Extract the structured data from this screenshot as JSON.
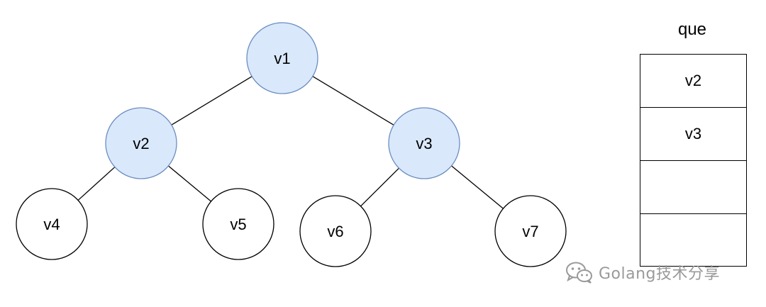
{
  "tree": {
    "nodes": [
      {
        "id": "v1",
        "label": "v1",
        "highlighted": true
      },
      {
        "id": "v2",
        "label": "v2",
        "highlighted": true
      },
      {
        "id": "v3",
        "label": "v3",
        "highlighted": true
      },
      {
        "id": "v4",
        "label": "v4",
        "highlighted": false
      },
      {
        "id": "v5",
        "label": "v5",
        "highlighted": false
      },
      {
        "id": "v6",
        "label": "v6",
        "highlighted": false
      },
      {
        "id": "v7",
        "label": "v7",
        "highlighted": false
      }
    ],
    "edges": [
      [
        "v1",
        "v2"
      ],
      [
        "v1",
        "v3"
      ],
      [
        "v2",
        "v4"
      ],
      [
        "v2",
        "v5"
      ],
      [
        "v3",
        "v6"
      ],
      [
        "v3",
        "v7"
      ]
    ],
    "colors": {
      "highlight_fill": "#dae8fc",
      "highlight_stroke": "#6c8ebf",
      "default_fill": "#ffffff",
      "default_stroke": "#000000"
    }
  },
  "queue": {
    "title": "que",
    "cells": [
      "v2",
      "v3",
      "",
      ""
    ]
  },
  "watermark": {
    "icon": "wechat-icon",
    "text": "Golang技术分享"
  }
}
